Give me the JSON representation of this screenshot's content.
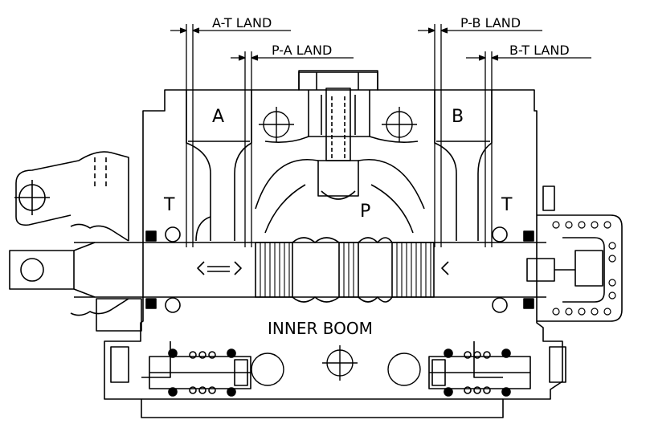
{
  "labels": {
    "a_t_land": "A-T LAND",
    "p_a_land": "P-A LAND",
    "p_b_land": "P-B LAND",
    "b_t_land": "B-T LAND",
    "port_a": "A",
    "port_b": "B",
    "port_t_left": "T",
    "port_t_right": "T",
    "port_p": "P",
    "section_name": "INNER BOOM"
  },
  "colors": {
    "line": "#000000",
    "background": "#ffffff"
  }
}
